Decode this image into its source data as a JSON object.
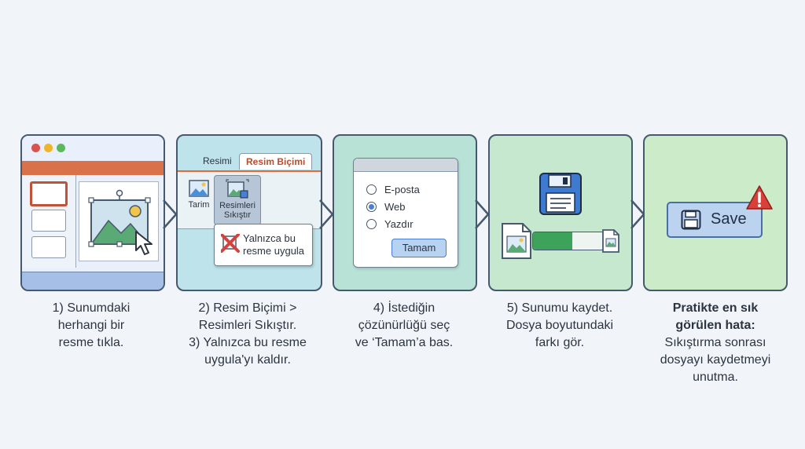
{
  "step1": {
    "caption": [
      "1) Sunumdaki",
      "herhangi bir",
      "resme tıkla."
    ]
  },
  "step2": {
    "tab_resimi": "Resimi",
    "tab_resim_bicimi": "Resim Biçimi",
    "tool_tarim": "Tarim",
    "tool_resimleri_1": "Resimleri",
    "tool_resimleri_2": "Sıkıştır",
    "option_line1": "Yalnızca bu",
    "option_line2": "resme uygula",
    "caption": [
      "2) Resim Biçimi >",
      "Resimleri Sıkıştır.",
      "3) Yalnızca bu resme",
      "uygula'yı kaldır."
    ]
  },
  "step3": {
    "options": [
      "E-posta",
      "Web",
      "Yazdır"
    ],
    "selected_index": 1,
    "ok_label": "Tamam",
    "caption": [
      "4) İstediğin",
      "çözünürlüğü seç",
      "ve ‘Tamam’a bas."
    ]
  },
  "step4": {
    "caption": [
      "5) Sunumu kaydet.",
      "Dosya boyutundaki",
      "farkı gör."
    ]
  },
  "step5": {
    "save_label": "Save",
    "caption_bold": [
      "Pratikte en sık",
      "görülen hata:"
    ],
    "caption": [
      "Sıkıştırma sonrası",
      "dosyayı kaydetmeyi",
      "unutma."
    ]
  },
  "colors": {
    "outline": "#46596e",
    "accent_orange": "#d9714a",
    "accent_blue": "#4a7fd4",
    "mountain_green": "#5aaa76",
    "warning_red": "#d9403a",
    "progress_green": "#3ea35a"
  },
  "icons": [
    "image-icon",
    "cursor-icon",
    "compress-icon",
    "red-x-icon",
    "floppy-disk-icon",
    "file-icon",
    "warning-icon",
    "chevron-right-icon"
  ]
}
